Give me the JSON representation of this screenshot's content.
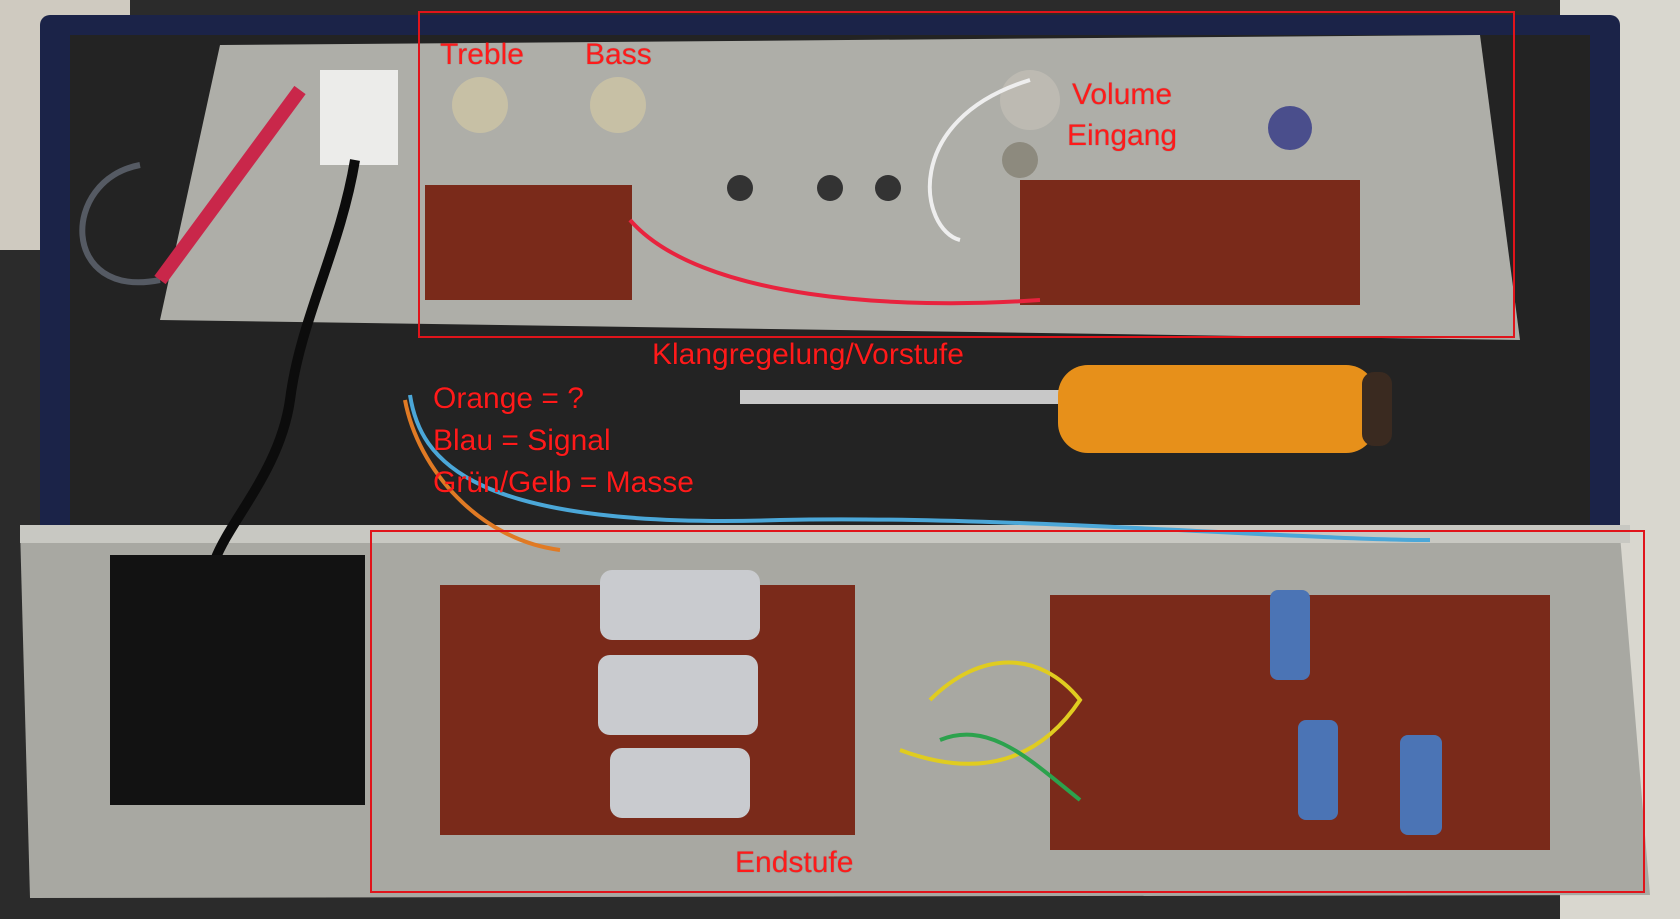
{
  "photo": {
    "colors": {
      "annotation": "#ff1a1a",
      "frame": "#e0141b",
      "aluminium": "#b9b9b4",
      "pcb": "#7a2a1a",
      "wood": "#1b2348",
      "background": "#222222"
    }
  },
  "annotations": {
    "treble": "Treble",
    "bass": "Bass",
    "volume": "Volume",
    "eingang": "Eingang",
    "klangregelung": "Klangregelung/Vorstufe",
    "orange": "Orange = ?",
    "blau": "Blau = Signal",
    "gruen_gelb": "Grün/Gelb = Masse",
    "endstufe": "Endstufe"
  }
}
